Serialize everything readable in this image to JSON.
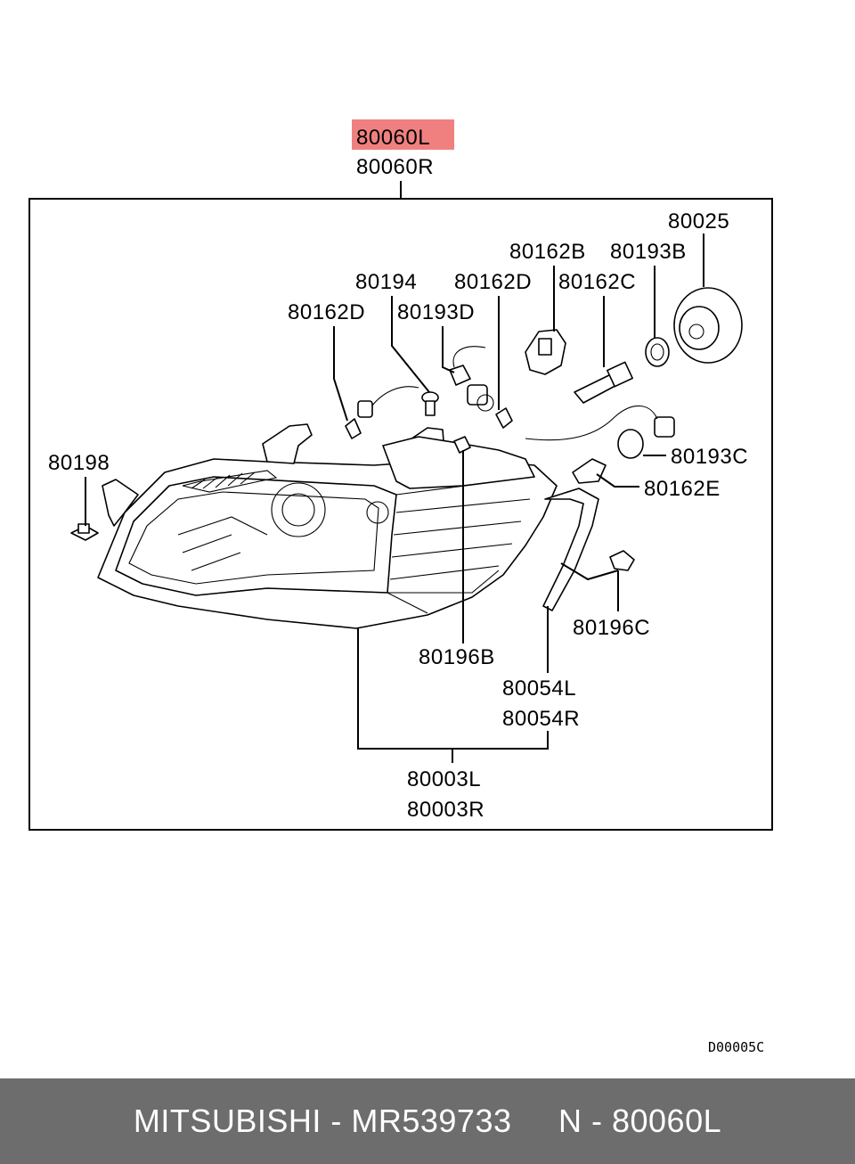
{
  "highlight_color": "#f08080",
  "footer_bg": "#6d6d6d",
  "assembly": {
    "part_left": "80060L",
    "part_right": "80060R"
  },
  "callouts": {
    "p80025": "80025",
    "p80162B": "80162B",
    "p80193B": "80193B",
    "p80194": "80194",
    "p80162D_top": "80162D",
    "p80162C": "80162C",
    "p80162D_left": "80162D",
    "p80193D": "80193D",
    "p80198": "80198",
    "p80193C": "80193C",
    "p80162E": "80162E",
    "p80196C": "80196C",
    "p80196B": "80196B",
    "p80054L": "80054L",
    "p80054R": "80054R",
    "p80003L": "80003L",
    "p80003R": "80003R"
  },
  "diagram_ref": "D00005C",
  "footer": {
    "text": "MITSUBISHI - MR539733     N - 80060L"
  }
}
